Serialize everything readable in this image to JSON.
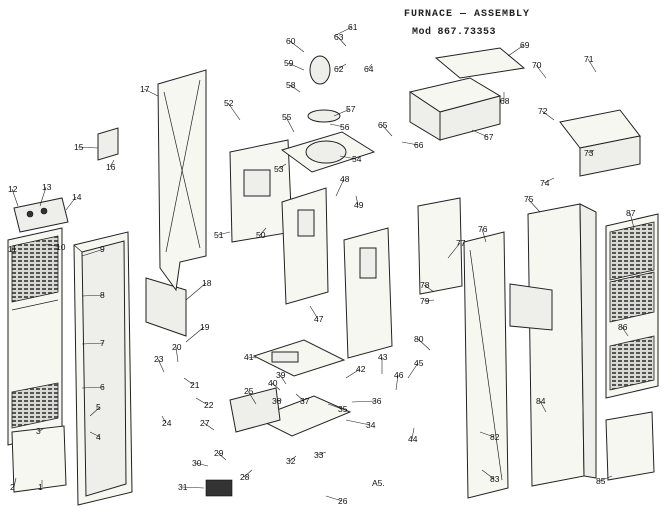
{
  "header": {
    "title": "FURNACE — ASSEMBLY",
    "model_label": "Mod",
    "model_number": "867.73353"
  },
  "footer": {
    "page_mark": "A5."
  },
  "callouts": [
    {
      "label": "1"
    },
    {
      "label": "2"
    },
    {
      "label": "3"
    },
    {
      "label": "4"
    },
    {
      "label": "5"
    },
    {
      "label": "6"
    },
    {
      "label": "7"
    },
    {
      "label": "8"
    },
    {
      "label": "9"
    },
    {
      "label": "10"
    },
    {
      "label": "11"
    },
    {
      "label": "12"
    },
    {
      "label": "13"
    },
    {
      "label": "14"
    },
    {
      "label": "15"
    },
    {
      "label": "16"
    },
    {
      "label": "17"
    },
    {
      "label": "18"
    },
    {
      "label": "19"
    },
    {
      "label": "20"
    },
    {
      "label": "21"
    },
    {
      "label": "22"
    },
    {
      "label": "23"
    },
    {
      "label": "24"
    },
    {
      "label": "25"
    },
    {
      "label": "26"
    },
    {
      "label": "27"
    },
    {
      "label": "28"
    },
    {
      "label": "29"
    },
    {
      "label": "30"
    },
    {
      "label": "31"
    },
    {
      "label": "32"
    },
    {
      "label": "33"
    },
    {
      "label": "34"
    },
    {
      "label": "35"
    },
    {
      "label": "36"
    },
    {
      "label": "37"
    },
    {
      "label": "38"
    },
    {
      "label": "39"
    },
    {
      "label": "40"
    },
    {
      "label": "41"
    },
    {
      "label": "42"
    },
    {
      "label": "43"
    },
    {
      "label": "44"
    },
    {
      "label": "45"
    },
    {
      "label": "46"
    },
    {
      "label": "47"
    },
    {
      "label": "48"
    },
    {
      "label": "49"
    },
    {
      "label": "50"
    },
    {
      "label": "51"
    },
    {
      "label": "52"
    },
    {
      "label": "53"
    },
    {
      "label": "54"
    },
    {
      "label": "55"
    },
    {
      "label": "56"
    },
    {
      "label": "57"
    },
    {
      "label": "58"
    },
    {
      "label": "59"
    },
    {
      "label": "60"
    },
    {
      "label": "61"
    },
    {
      "label": "62"
    },
    {
      "label": "63"
    },
    {
      "label": "64"
    },
    {
      "label": "65"
    },
    {
      "label": "66"
    },
    {
      "label": "67"
    },
    {
      "label": "68"
    },
    {
      "label": "69"
    },
    {
      "label": "70"
    },
    {
      "label": "71"
    },
    {
      "label": "72"
    },
    {
      "label": "73"
    },
    {
      "label": "74"
    },
    {
      "label": "75"
    },
    {
      "label": "76"
    },
    {
      "label": "77"
    },
    {
      "label": "78"
    },
    {
      "label": "79"
    },
    {
      "label": "80"
    },
    {
      "label": "82"
    },
    {
      "label": "83"
    },
    {
      "label": "84"
    },
    {
      "label": "85"
    },
    {
      "label": "86"
    },
    {
      "label": "87"
    }
  ]
}
